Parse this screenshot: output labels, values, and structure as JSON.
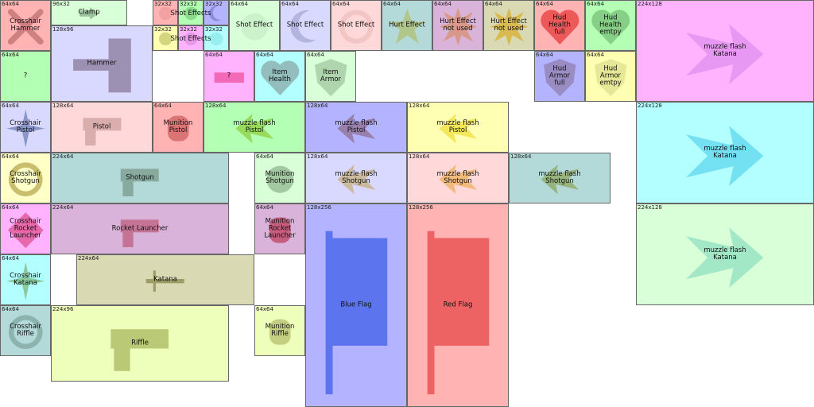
{
  "cells": {
    "crosshair_hammer": {
      "size": "64x64",
      "label": "Crosshair\nHammer",
      "color": "#ffb3b3",
      "icon": "crosshair-x-icon"
    },
    "clamp": {
      "size": "96x32",
      "label": "Clamp",
      "color": "#d9ffd9",
      "icon": "chain-spear-icon"
    },
    "hammer": {
      "size": "128x96",
      "label": "Hammer",
      "color": "#d9d9ff",
      "icon": "hammer-icon"
    },
    "shot_small_1": {
      "size": "32x32",
      "color": "#ffb3b3"
    },
    "shot_small_2": {
      "size": "32x32",
      "color": "#b3ffb3"
    },
    "shot_small_3": {
      "size": "32x32",
      "color": "#b3b3ff"
    },
    "shot_small_4": {
      "size": "32x32",
      "color": "#ffffb3"
    },
    "shot_small_5": {
      "size": "32x32",
      "color": "#ffb3ff"
    },
    "shot_small_6": {
      "size": "32x32",
      "color": "#b3ffff"
    },
    "shot_effects_label_1": "Shot Effects",
    "shot_effects_label_2": "Shot Effects",
    "shot_effect_1": {
      "size": "64x64",
      "label": "Shot Effect",
      "color": "#d9ffd9"
    },
    "shot_effect_2": {
      "size": "64x64",
      "label": "Shot Effect",
      "color": "#d9d9ff"
    },
    "shot_effect_3": {
      "size": "64x64",
      "label": "Shot Effect",
      "color": "#ffd9d9"
    },
    "hurt_effect": {
      "size": "64x64",
      "label": "Hurt Effect",
      "color": "#b3d9d9"
    },
    "hurt_effect_nu_1": {
      "size": "64x64",
      "label": "Hurt Effect\nnot used",
      "color": "#d9b3d9"
    },
    "hurt_effect_nu_2": {
      "size": "64x64",
      "label": "Hurt Effect\nnot used",
      "color": "#d9d9b3"
    },
    "hud_health_full": {
      "size": "64x64",
      "label": "Hud\nHealth\nfull",
      "color": "#ffb3b3"
    },
    "hud_health_empty": {
      "size": "64x64",
      "label": "Hud\nHealth\nemtpy",
      "color": "#b3ffb3"
    },
    "muzzle_katana_1": {
      "size": "224x128",
      "label": "muzzle flash\nKatana",
      "color": "#ffb3ff"
    },
    "unknown_1": {
      "size": "64x64",
      "label": "?",
      "color": "#b3ffb3"
    },
    "unknown_2": {
      "size": "64x64",
      "label": "?",
      "color": "#ffb3ff"
    },
    "item_health": {
      "size": "64x64",
      "label": "Item\nHealth",
      "color": "#b3ffff"
    },
    "item_armor": {
      "size": "64x64",
      "label": "Item\nArmor",
      "color": "#d9ffd9"
    },
    "hud_armor_full": {
      "size": "64x64",
      "label": "Hud\nArmor\nfull",
      "color": "#b3b3ff"
    },
    "hud_armor_empty": {
      "size": "64x64",
      "label": "Hud\nArmor\nemtpy",
      "color": "#ffffb3"
    },
    "crosshair_pistol": {
      "size": "64x64",
      "label": "Crosshair\nPistol",
      "color": "#d9d9ff"
    },
    "pistol": {
      "size": "128x64",
      "label": "Pistol",
      "color": "#ffd9d9"
    },
    "munition_pistol": {
      "size": "64x64",
      "label": "Munition\nPistol",
      "color": "#ffb3b3"
    },
    "muzzle_pistol_1": {
      "size": "128x64",
      "label": "muzzle flash\nPistol",
      "color": "#b3ffb3"
    },
    "muzzle_pistol_2": {
      "size": "128x64",
      "label": "muzzle flash\nPistol",
      "color": "#b3b3ff"
    },
    "muzzle_pistol_3": {
      "size": "128x64",
      "label": "muzzle flash\nPistol",
      "color": "#ffffb3"
    },
    "muzzle_katana_2": {
      "size": "224x128",
      "label": "muzzle flash\nKatana",
      "color": "#b3ffff"
    },
    "crosshair_shotgun": {
      "size": "64x64",
      "label": "Crosshair\nShotgun",
      "color": "#ffffc8"
    },
    "shotgun": {
      "size": "224x64",
      "label": "Shotgun",
      "color": "#b3d9d9"
    },
    "munition_shotgun": {
      "size": "64x64",
      "label": "Munition\nShotgun",
      "color": "#d9ffd9"
    },
    "muzzle_shotgun_1": {
      "size": "128x64",
      "label": "muzzle flash\nShotgun",
      "color": "#d9d9ff"
    },
    "muzzle_shotgun_2": {
      "size": "128x64",
      "label": "muzzle flash\nShotgun",
      "color": "#ffd9d9"
    },
    "muzzle_shotgun_3": {
      "size": "128x64",
      "label": "muzzle flash\nShotgun",
      "color": "#b3d9d9"
    },
    "muzzle_katana_3": {
      "size": "224x128",
      "label": "muzzle flash\nKatana",
      "color": "#d9ffd9"
    },
    "crosshair_rocket": {
      "size": "64x64",
      "label": "Crosshair\nRocket\nLauncher",
      "color": "#ffb3ff"
    },
    "rocket_launcher": {
      "size": "224x64",
      "label": "Rocket Launcher",
      "color": "#d9b3d9"
    },
    "munition_rocket": {
      "size": "64x64",
      "label": "Munition\nRocket\nLauncher",
      "color": "#d9b3d9"
    },
    "blue_flag": {
      "size": "128x256",
      "label": "Blue Flag",
      "color": "#b3b3ff"
    },
    "red_flag": {
      "size": "128x256",
      "label": "Red Flag",
      "color": "#ffb3b3"
    },
    "crosshair_katana": {
      "size": "64x64",
      "label": "Crosshair\nKatana",
      "color": "#b3ffff"
    },
    "katana": {
      "size": "224x64",
      "label": "Katana",
      "color": "#d9d9b3"
    },
    "crosshair_riffle": {
      "size": "64x64",
      "label": "Crosshair\nRiffle",
      "color": "#b3d9d9"
    },
    "riffle": {
      "size": "224x96",
      "label": "Riffle",
      "color": "#eeffbb"
    },
    "munition_riffle": {
      "size": "64x64",
      "label": "Munition\nRiffle",
      "color": "#eeffbb"
    }
  }
}
